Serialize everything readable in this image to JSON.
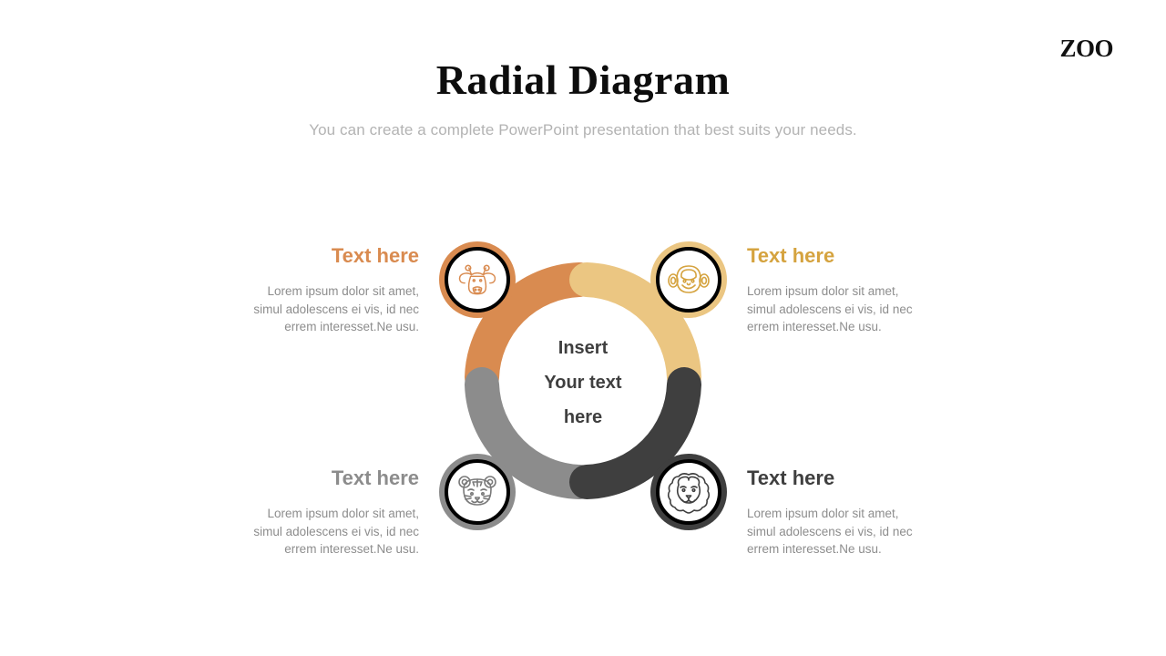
{
  "brand": {
    "logo_text": "ZOO"
  },
  "header": {
    "title": "Radial Diagram",
    "subtitle": "You can create a complete PowerPoint presentation that best suits your needs."
  },
  "diagram": {
    "center_lines": [
      "Insert",
      "Your text",
      "here"
    ],
    "segments": [
      {
        "id": "top-left",
        "label": "Text here",
        "body": "Lorem ipsum dolor sit amet, simul adolescens ei vis, id nec errem interesset.Ne usu.",
        "color": "#d98b50",
        "icon": "giraffe-icon",
        "icon_color": "#d98b50"
      },
      {
        "id": "top-right",
        "label": "Text here",
        "body": "Lorem ipsum dolor sit amet, simul adolescens ei vis, id nec errem interesset.Ne usu.",
        "color": "#ebc682",
        "icon": "monkey-icon",
        "icon_color": "#d5a33f"
      },
      {
        "id": "bottom-left",
        "label": "Text here",
        "body": "Lorem ipsum dolor sit amet, simul adolescens ei vis, id nec errem interesset.Ne usu.",
        "color": "#8c8c8c",
        "icon": "tiger-icon",
        "icon_color": "#7a7a7a"
      },
      {
        "id": "bottom-right",
        "label": "Text here",
        "body": "Lorem ipsum dolor sit amet, simul adolescens ei vis, id nec errem interesset.Ne usu.",
        "color": "#3f3f3f",
        "icon": "lion-icon",
        "icon_color": "#3f3f3f"
      }
    ]
  },
  "colors": {
    "title": "#0d0d0d",
    "subtitle": "#b3b3b3",
    "body_text": "#8d8d8d",
    "center_text": "#3f3f3f",
    "heading_top_left": "#d98b50",
    "heading_top_right": "#d5a33f",
    "heading_bottom_left": "#8c8c8c",
    "heading_bottom_right": "#3f3f3f"
  }
}
